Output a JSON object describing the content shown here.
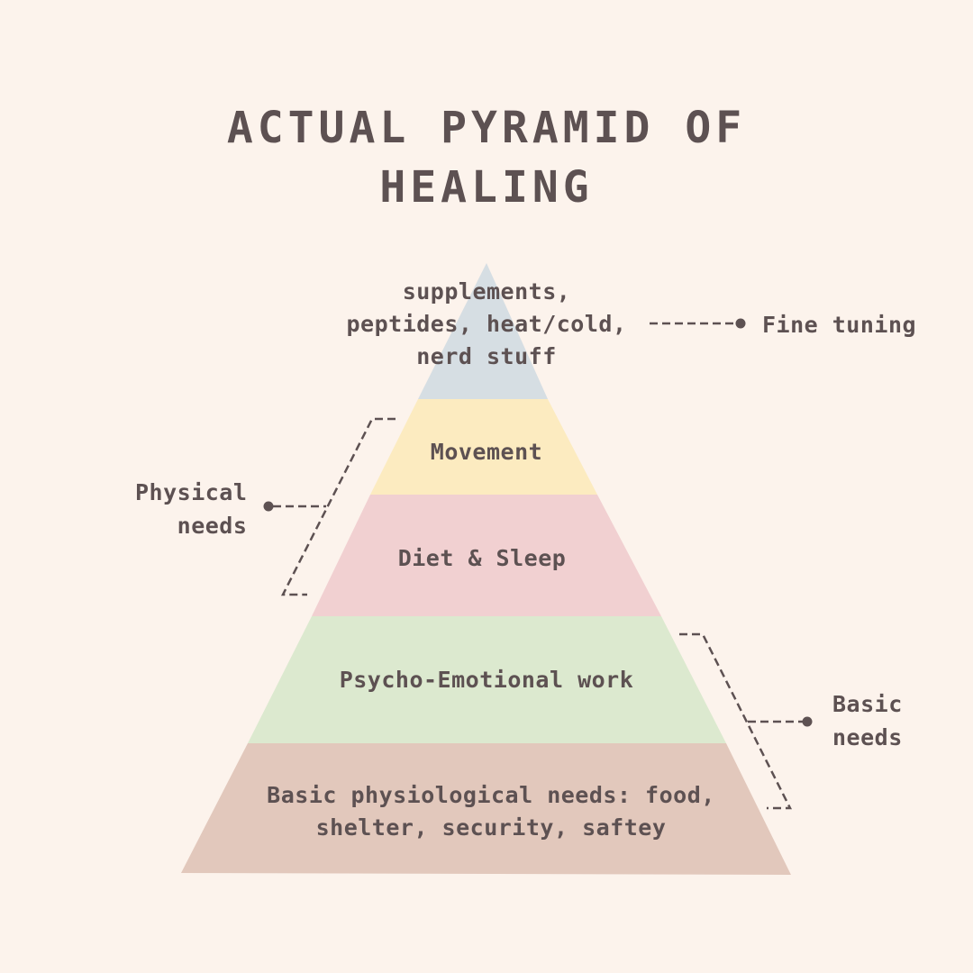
{
  "title": {
    "line1": "ACTUAL PYRAMID OF",
    "line2": "HEALING"
  },
  "colors": {
    "background": "#fcf3ec",
    "text": "#5d5152",
    "tier_top": "#d6dee3",
    "tier_movement": "#fcebc0",
    "tier_diet": "#f1d0d1",
    "tier_psycho": "#dce9cf",
    "tier_basic": "#e2c8bc",
    "annotation_line": "#5d5152"
  },
  "tiers": {
    "top": {
      "line1": "supplements,",
      "line2": "peptides, heat/cold,",
      "line3": "nerd stuff"
    },
    "movement": "Movement",
    "diet": "Diet & Sleep",
    "psycho": "Psycho-Emotional work",
    "basic": {
      "line1": "Basic physiological needs: food,",
      "line2": "shelter, security, saftey"
    }
  },
  "annotations": {
    "fine_tuning": "Fine tuning",
    "physical_needs": {
      "line1": "Physical",
      "line2": "needs"
    },
    "basic_needs": {
      "line1": "Basic",
      "line2": "needs"
    }
  }
}
